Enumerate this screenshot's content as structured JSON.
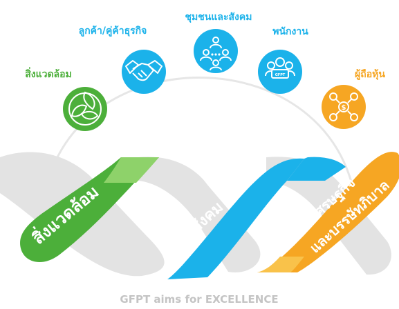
{
  "stakeholders": [
    {
      "label": "สิ่งแวดล้อม",
      "icon": "recycle-leaves-icon",
      "color": "#4caf3a",
      "text_color": "#4caf3a"
    },
    {
      "label": "ลูกค้า/คู่ค้าธุรกิจ",
      "icon": "handshake-icon",
      "color": "#1bb2ea",
      "text_color": "#1bb2ea"
    },
    {
      "label": "ชุมชนและสังคม",
      "icon": "community-network-icon",
      "color": "#1bb2ea",
      "text_color": "#1bb2ea"
    },
    {
      "label": "พนักงาน",
      "icon": "employees-group-icon",
      "color": "#1bb2ea",
      "text_color": "#1bb2ea",
      "badge": "GFPT"
    },
    {
      "label": "ผู้ถือหุ้น",
      "icon": "shareholders-dollar-icon",
      "color": "#f6a623",
      "text_color": "#f6a623"
    }
  ],
  "ribbons": [
    {
      "label": "สิ่งแวดล้อม",
      "color": "#4caf3a",
      "highlight": "#8ed26a"
    },
    {
      "label": "สังคม",
      "color": "#1bb2ea"
    },
    {
      "label_line1": "เศรษฐกิจ",
      "label_line2": "และบรรษัทภิบาล",
      "color": "#f6a623",
      "highlight": "#f9c24a"
    }
  ],
  "colors": {
    "gray_band": "#e3e3e3",
    "arc": "#e6e6e6",
    "footer": "#c4c4c4"
  },
  "footer": "GFPT aims for EXCELLENCE"
}
